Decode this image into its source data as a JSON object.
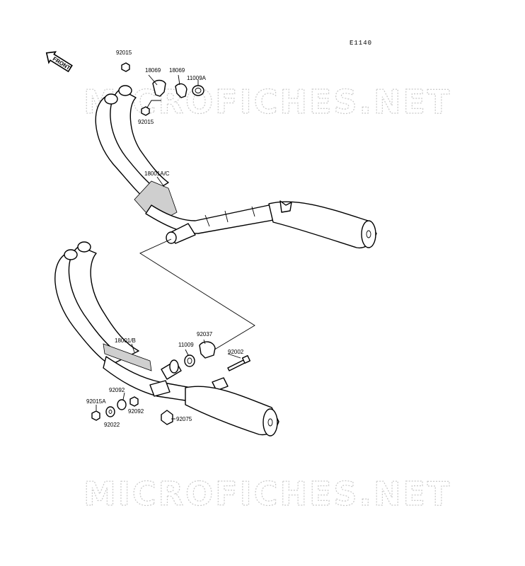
{
  "sheet": {
    "code": "E1140"
  },
  "front_arrow": {
    "label": "FRONT"
  },
  "watermark": {
    "text": "MICROFICHES.NET"
  },
  "labels": {
    "p92015_a": "92015",
    "p18069_a": "18069",
    "p18069_b": "18069",
    "p11009A": "11009A",
    "p92015_b": "92015",
    "p18001AC": "18001A/C",
    "p18001B": "18001/B",
    "p92037": "92037",
    "p11009": "11009",
    "p92002": "92002",
    "p92092_a": "92092",
    "p92092_b": "92092",
    "p92015A": "92015A",
    "p92022": "92022",
    "p92075": "92075"
  }
}
